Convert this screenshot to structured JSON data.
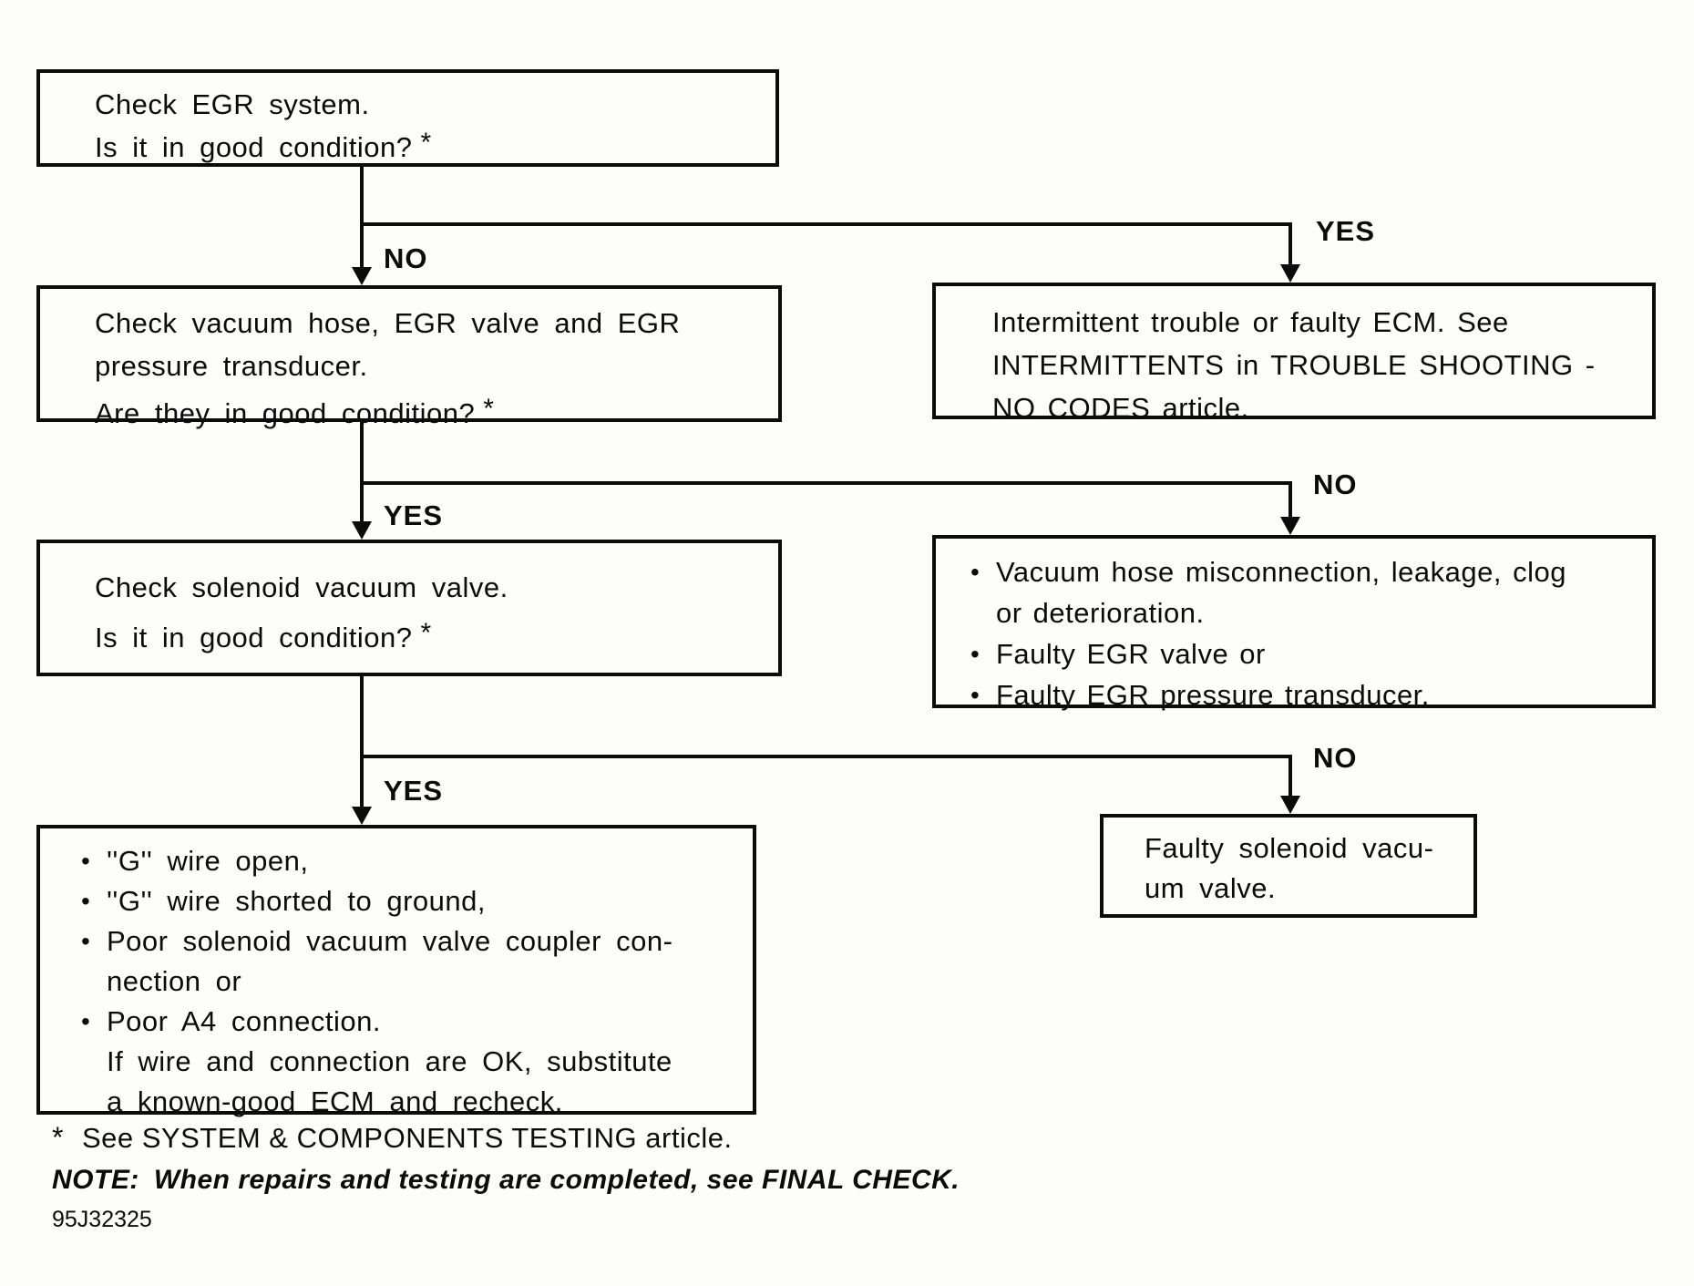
{
  "labels": {
    "yes": "YES",
    "no": "NO"
  },
  "bullet_glyph": "•",
  "boxes": {
    "check_egr": {
      "line1": "Check EGR system.",
      "line2": "Is it in good condition?",
      "asterisk": "*"
    },
    "check_vacuum": {
      "line1": "Check vacuum hose, EGR valve and EGR",
      "line2": "pressure transducer.",
      "line3": "Are they in good condition?",
      "asterisk": "*"
    },
    "intermittent": {
      "line1": "Intermittent trouble or faulty ECM. See",
      "line2": "INTERMITTENTS in TROUBLE SHOOTING -",
      "line3": "NO CODES article."
    },
    "check_solenoid": {
      "line1": "Check solenoid vacuum valve.",
      "line2": "Is it in good condition?",
      "asterisk": "*"
    },
    "vacuum_fault": {
      "item1_line1": "Vacuum hose misconnection, leakage, clog",
      "item1_line2": "or deterioration.",
      "item2": "Faulty EGR valve or",
      "item3": "Faulty EGR pressure transducer."
    },
    "wire_fault": {
      "item1": "''G'' wire open,",
      "item2": "''G'' wire shorted to ground,",
      "item3_line1": "Poor solenoid vacuum valve coupler con-",
      "item3_line2": "nection or",
      "item4_line1": "Poor A4 connection.",
      "item4_line2": "If wire and connection are OK, substitute",
      "item4_line3": "a known-good ECM and recheck."
    },
    "faulty_solenoid": {
      "line1": "Faulty solenoid vacu-",
      "line2": "um valve."
    }
  },
  "footnotes": {
    "asterisk": "*",
    "see_testing": "See SYSTEM & COMPONENTS TESTING article.",
    "note_label": "NOTE:",
    "note_text": "When repairs and testing are completed, see FINAL CHECK.",
    "doc_id": "95J32325"
  }
}
